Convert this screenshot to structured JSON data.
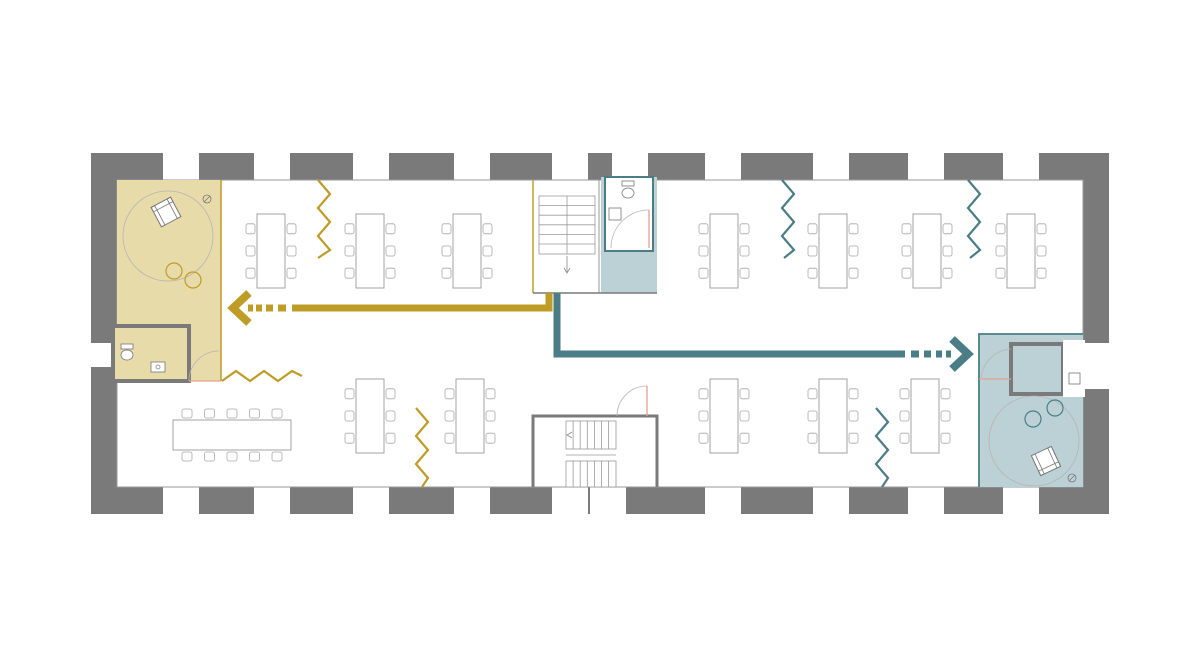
{
  "colors": {
    "wall": "#7a7a7a",
    "yellow_zone_fill": "#e8dbaa",
    "yellow_accent": "#bf9c26",
    "blue_zone_fill": "#bcd1d6",
    "blue_accent": "#4a7d86",
    "door_swing": "#e3a28f"
  },
  "icons": [
    "armchair-icon",
    "toilet-icon",
    "sink-icon",
    "stair-icon",
    "arrow-left-icon",
    "arrow-right-icon",
    "door-swing-icon"
  ],
  "zones": [
    {
      "name": "west-lounge",
      "color": "yellow"
    },
    {
      "name": "east-lounge",
      "color": "blue"
    }
  ],
  "routes": [
    {
      "name": "west-route",
      "color": "yellow",
      "direction": "left"
    },
    {
      "name": "east-route",
      "color": "blue",
      "direction": "right"
    }
  ]
}
